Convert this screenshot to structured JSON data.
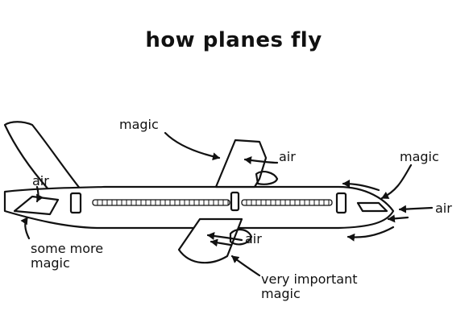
{
  "title": "how planes fly",
  "labels": {
    "magic_top": "magic",
    "air_top_wing": "air",
    "magic_nose": "magic",
    "air_nose": "air",
    "air_tail": "air",
    "some_more_magic_line1": "some more",
    "some_more_magic_line2": "magic",
    "air_lower_wing": "air",
    "very_important_line1": "very important",
    "very_important_line2": "magic"
  },
  "colors": {
    "ink": "#111111",
    "paper": "#ffffff"
  }
}
